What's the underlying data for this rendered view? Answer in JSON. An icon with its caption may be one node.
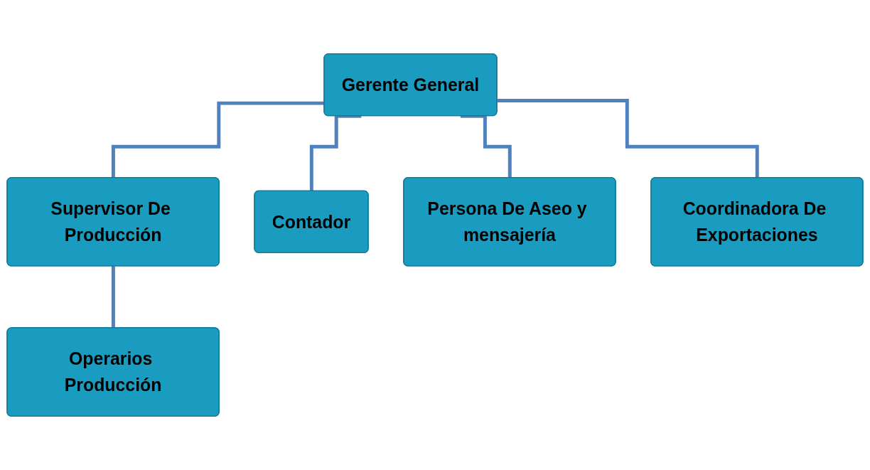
{
  "diagram": {
    "nodes": [
      {
        "text": [
          "Gerente General"
        ]
      },
      {
        "text": [
          "Supervisor De Producción"
        ]
      },
      {
        "text": [
          "Contador"
        ]
      },
      {
        "text": [
          "Persona De Aseo y mensajería"
        ]
      },
      {
        "text": [
          "Coordinadora De Exportaciones"
        ]
      },
      {
        "text": [
          "Operarios Producción"
        ]
      }
    ],
    "edges": [
      {
        "from": 0,
        "to": 1,
        "arrow": "none"
      },
      {
        "from": 0,
        "to": 2,
        "arrow": "none"
      },
      {
        "from": 0,
        "to": 3,
        "arrow": "none"
      },
      {
        "from": 0,
        "to": 4,
        "arrow": "none"
      },
      {
        "from": 1,
        "to": 5,
        "arrow": "none"
      }
    ]
  }
}
